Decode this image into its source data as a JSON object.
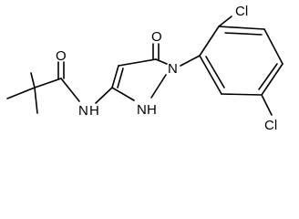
{
  "molecule": {
    "labels": {
      "carbonyl_oxygen_left": "O",
      "amide_nh": "N",
      "amide_h": "H",
      "ring_oxygen": "O",
      "ring_n1": "N",
      "ring_nh": "N",
      "ring_nh_h": "H",
      "chlorine_top": "Cl",
      "chlorine_bottom": "Cl"
    }
  }
}
